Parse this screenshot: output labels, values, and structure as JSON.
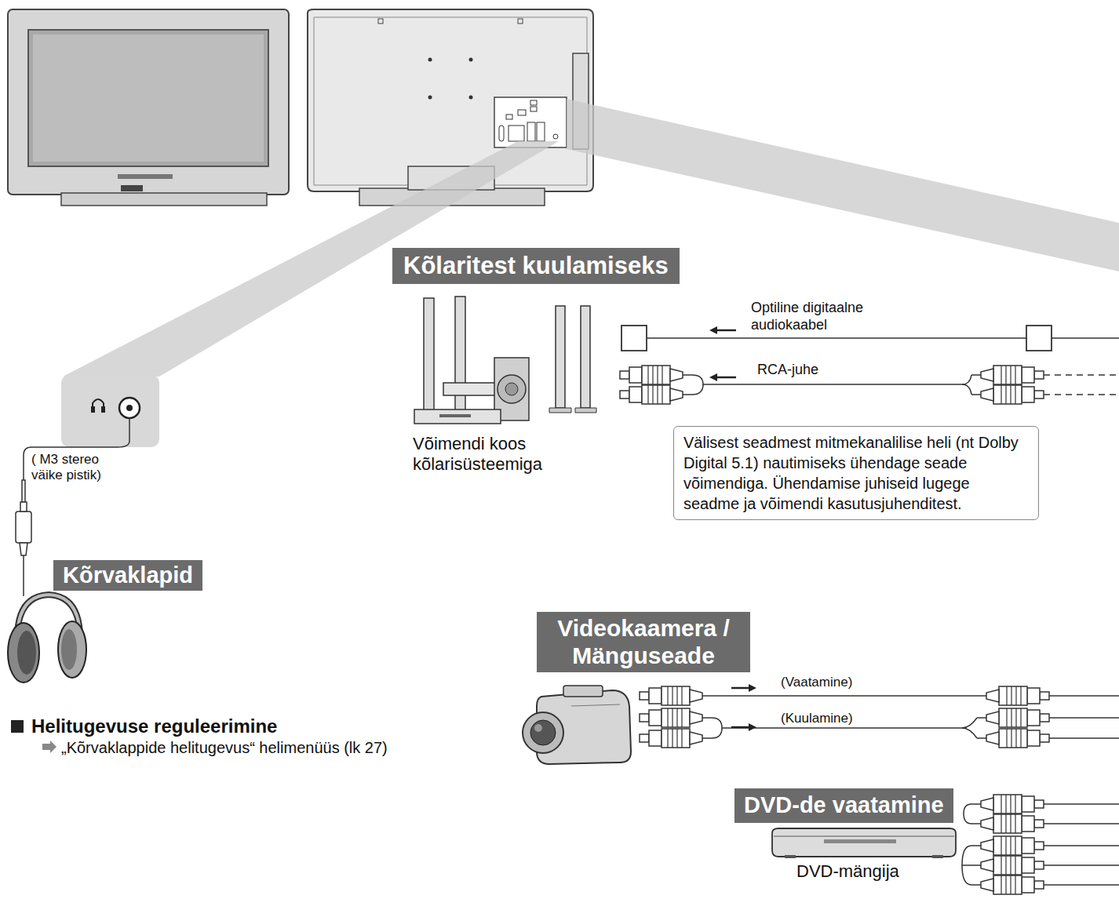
{
  "diagram": {
    "nodes": [
      {
        "text": [
          "Kõlaritest kuulamiseks"
        ]
      },
      {
        "text": [
          "Välisest seadmest mitmekanalilise heli (nt Dolby Digital 5.1) nautimiseks ühendage seade võimendiga. Ühendamise juhiseid lugege seadme ja võimendi kasutusjuhenditest."
        ]
      },
      {
        "text": [
          "Kõrvaklapid"
        ]
      },
      {
        "text": [
          "Videokaamera / Mänguseade"
        ]
      },
      {
        "text": [
          "DVD-de vaatamine"
        ]
      }
    ],
    "labels": [
      "Optiline digitaalne audiokaabel",
      "RCA-juhe",
      "Võimendi koos kõlarisüsteemiga",
      "( M3 stereo väike pistik)",
      "Helitugevuse reguleerimine",
      "„Kõrvaklappide helitugevus“ helimenüüs (lk 27)",
      "(Vaatamine)",
      "(Kuulamine)",
      "DVD-mängija"
    ]
  }
}
